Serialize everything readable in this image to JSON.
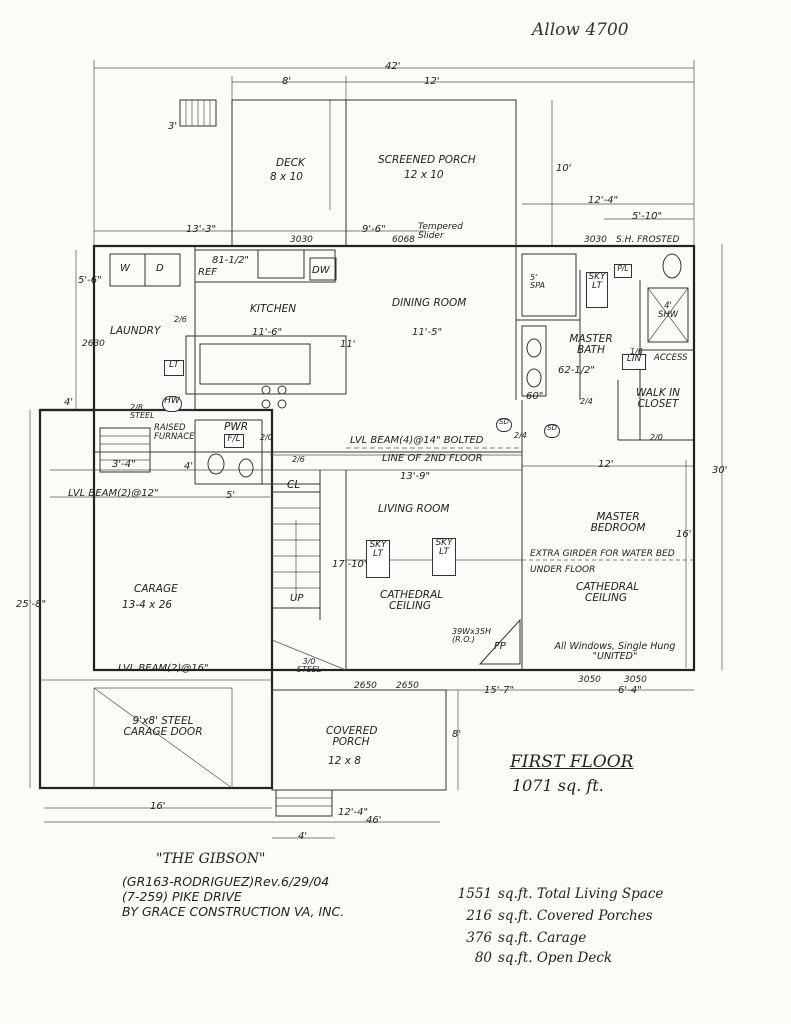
{
  "handwritten_note": "Allow 4700",
  "title_block": {
    "name": "\"THE GIBSON\"",
    "line1": "(GR163-RODRIGUEZ)Rev.6/29/04",
    "line2": "(7-259) PIKE DRIVE",
    "line3": "BY GRACE CONSTRUCTION VA, INC."
  },
  "floor_label": {
    "title": "FIRST FLOOR",
    "area": "1071 sq. ft."
  },
  "area_summary": [
    {
      "value": "1551",
      "label": "sq.ft. Total Living Space"
    },
    {
      "value": "216",
      "label": "sq.ft. Covered Porches"
    },
    {
      "value": "376",
      "label": "sq.ft. Carage"
    },
    {
      "value": "80",
      "label": "sq.ft. Open Deck"
    }
  ],
  "rooms": {
    "deck": {
      "name": "DECK",
      "size": "8 x 10"
    },
    "screened_porch": {
      "name": "SCREENED PORCH",
      "size": "12 x 10"
    },
    "laundry": "LAUNDRY",
    "kitchen": "KITCHEN",
    "dining_room": "DINING ROOM",
    "master_bath": "MASTER BATH",
    "walk_in_closet": "WALK IN CLOSET",
    "living_room": "LIVING ROOM",
    "cathedral_ceiling": "CATHEDRAL CEILING",
    "master_bedroom": "MASTER BEDROOM",
    "garage": {
      "name": "CARAGE",
      "size": "13-4 x 26"
    },
    "covered_porch": {
      "name": "COVERED PORCH",
      "size": "12 x 8"
    },
    "garage_door": "9'x8' STEEL CARAGE DOOR",
    "pwr": "PWR",
    "cl": "CL",
    "raised_furnace": "RAISED FURNACE",
    "lin": "LIN",
    "access": "ACCESS",
    "spa": "5' SPA",
    "shw": "4' SHW"
  },
  "fixtures": {
    "washer": "W",
    "dryer": "D",
    "ref": "REF",
    "dw": "DW",
    "lt": "LT",
    "hw": "HW",
    "fl": "F/L",
    "skylight": "SKY LT",
    "fp": "FP",
    "up": "UP",
    "sd": "SD",
    "pl": "P/L"
  },
  "dimensions": {
    "overall_width": "42'",
    "d8": "8'",
    "d12": "12'",
    "d3": "3'",
    "d10": "10'",
    "d12_4": "12'-4\"",
    "d5_10": "5'-10\"",
    "d13_3": "13'-3\"",
    "d9_6": "9'-6\"",
    "d81_2": "81-1/2\"",
    "d11_6": "11'-6\"",
    "d11_5": "11'-5\"",
    "d11v": "11'",
    "d5_6": "5'-6\"",
    "d4": "4'",
    "d3_4": "3'-4\"",
    "d4v": "4'",
    "d5": "5'",
    "d13_9": "13'-9\"",
    "d12b": "12'",
    "d30": "30'",
    "d17_10": "17'-10\"",
    "d16v": "16'",
    "d25_8": "25'-8\"",
    "d15_7": "15'-7\"",
    "d6_4": "6'-4\"",
    "d8v": "8'",
    "d16": "16'",
    "d12_4b": "12'-4\"",
    "d46": "46'",
    "d4b": "4'",
    "d62": "62-1/2\"",
    "d60": "60\"",
    "d5s": "5'"
  },
  "window_codes": {
    "w3030a": "3030",
    "w6068": "6068",
    "tempered": "Tempered Slider",
    "w3030b": "3030",
    "sh_frosted": "S.H. FROSTED",
    "w2630": "2630",
    "w2650a": "2650",
    "w2650b": "2650",
    "w3050a": "3050",
    "w3050b": "3050",
    "w26a": "2/6",
    "w28a": "2/8 STEEL",
    "w20a": "2/0",
    "w26b": "2/6",
    "w24a": "2/4",
    "w24b": "2/4",
    "w16": "1/6",
    "w20b": "2/0",
    "w30steel": "3/0 STEEL"
  },
  "notes": {
    "lvl_beam_4": "LVL BEAM(4)@14\" BOLTED",
    "line_2nd": "LINE OF 2ND FLOOR",
    "lvl_beam_2_12": "LVL BEAM(2)@12\"",
    "lvl_beam_2_16": "LVL BEAM(2)@16\"",
    "extra_girder": "EXTRA GIRDER FOR WATER BED",
    "under_floor": "UNDER FLOOR",
    "fp_note": "39Wx35H (R.O.)",
    "windows_note": "All Windows, Single Hung \"UNITED\""
  }
}
